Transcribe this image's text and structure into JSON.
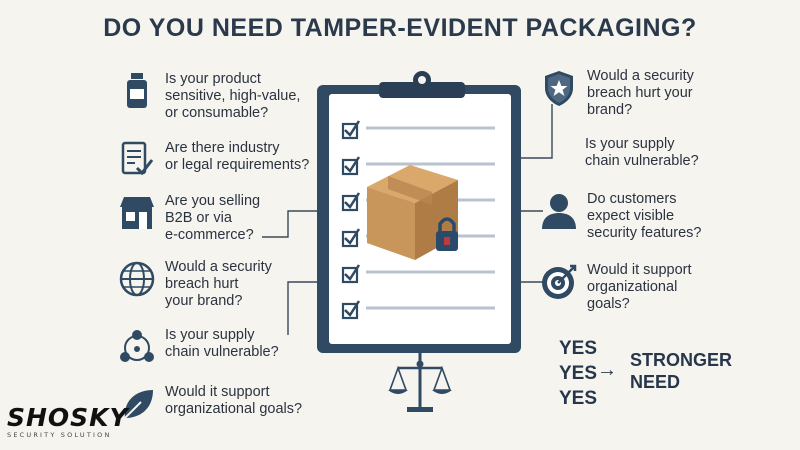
{
  "title": "DO YOU NEED TAMPER-EVIDENT PACKAGING?",
  "left_items": [
    {
      "icon": "bottle-icon",
      "text": "Is your product\nsensitive, high-value,\nor consumable?"
    },
    {
      "icon": "document-check-icon",
      "text": "Are there industry\nor legal requirements?"
    },
    {
      "icon": "storefront-icon",
      "text": "Are you selling\nB2B or via\ne-commerce?"
    },
    {
      "icon": "globe-icon",
      "text": "Would a security\nbreach hurt\nyour brand?"
    },
    {
      "icon": "network-icon",
      "text": "Is your supply\nchain vulnerable?"
    },
    {
      "icon": "leaf-icon",
      "text": "Would it support\norganizational goals?"
    }
  ],
  "right_items": [
    {
      "icon": "shield-star-icon",
      "text": "Would a security\nbreach hurt your\nbrand?"
    },
    {
      "icon": "supply-chain-icon",
      "text": "Is your supply\nchain vulnerable?"
    },
    {
      "icon": "person-icon",
      "text": "Do customers\nexpect visible\nsecurity features?"
    },
    {
      "icon": "target-icon",
      "text": "Would it support\norganizational\ngoals?"
    }
  ],
  "yes_labels": [
    "YES",
    "YES",
    "YES"
  ],
  "arrow": "→",
  "result": "STRONGER\nNEED",
  "logo": {
    "name": "SHOSKY",
    "tagline": "SECURITY SOLUTION"
  },
  "colors": {
    "navy": "#2f4a62",
    "box": "#c8955a",
    "lock": "#2b4a6a",
    "accent": "#c03a3a"
  }
}
